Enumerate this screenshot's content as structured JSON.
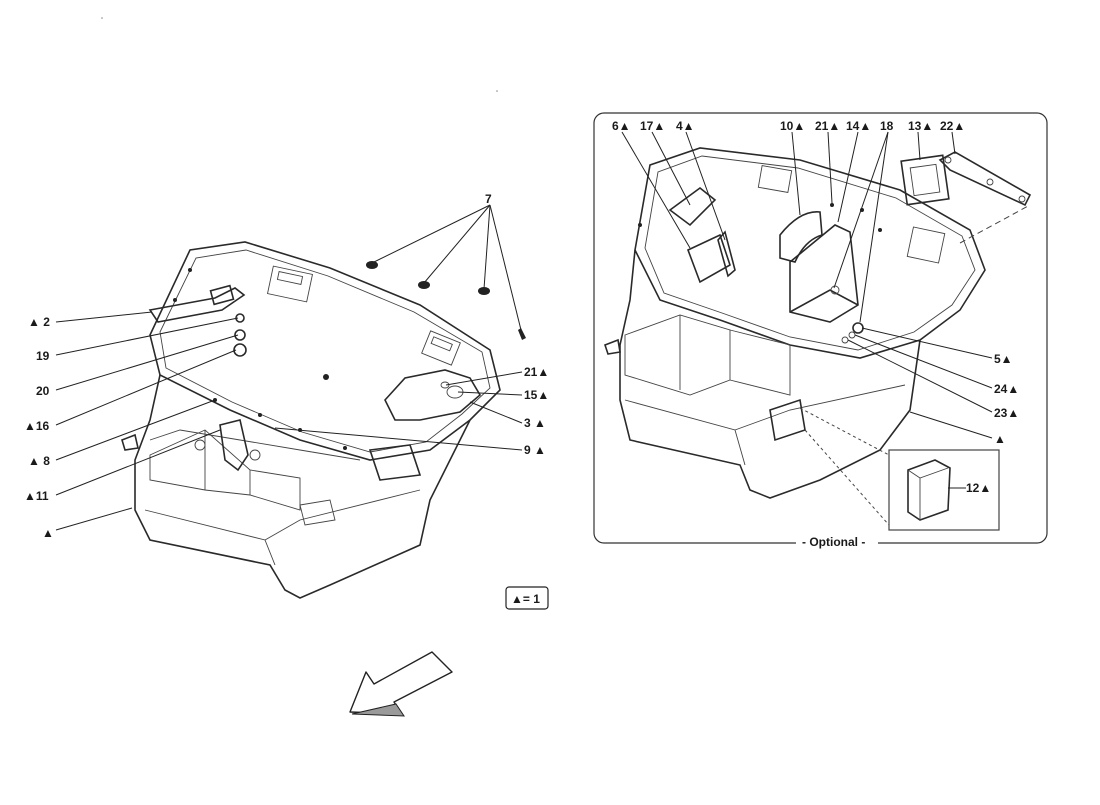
{
  "diagram": {
    "left_labels": {
      "l7": "7",
      "l2": "▲ 2",
      "l19": "19",
      "l20": "20",
      "l16": "▲16",
      "l8": "▲ 8",
      "l11": "▲11",
      "lA": "▲",
      "l21": "21▲",
      "l15": "15▲",
      "l3": "3 ▲",
      "l9": "9 ▲"
    },
    "right_labels": {
      "r6": "6▲",
      "r17": "17▲",
      "r4": "4▲",
      "r10": "10▲",
      "r21": "21▲",
      "r14": "14▲",
      "r18": "18",
      "r13": "13▲",
      "r22": "22▲",
      "r5": "5▲",
      "r24": "24▲",
      "r23": "23▲",
      "rA": "▲",
      "r12": "12▲"
    },
    "optional_caption": "- Optional -",
    "legend": "▲= 1"
  }
}
